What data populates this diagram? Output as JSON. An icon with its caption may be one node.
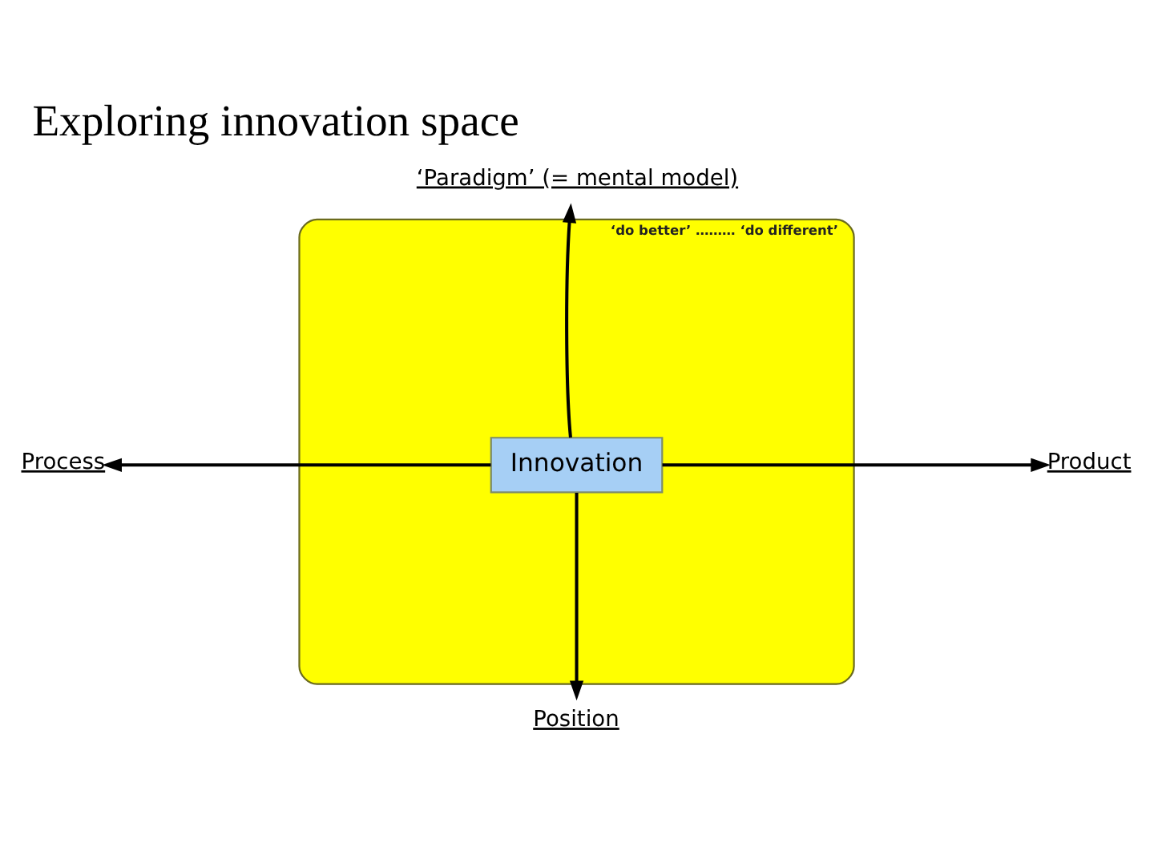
{
  "diagram": {
    "title": "Exploring innovation space",
    "nodes": [
      {
        "text": [
          "‘Paradigm’ (= mental model)"
        ]
      },
      {
        "text": [
          "‘do better’ ……… ‘do different’"
        ]
      },
      {
        "text": [
          "Process"
        ]
      },
      {
        "text": [
          "Innovation"
        ],
        "in": 1
      },
      {
        "text": [
          "Product"
        ]
      },
      {
        "text": [
          "Position"
        ]
      }
    ],
    "edges": [
      {
        "from": 3,
        "to": 0,
        "arrow": "to"
      },
      {
        "from": 3,
        "to": 2,
        "arrow": "to"
      },
      {
        "from": 3,
        "to": 4,
        "arrow": "to"
      },
      {
        "from": 3,
        "to": 5,
        "arrow": "to"
      }
    ]
  }
}
